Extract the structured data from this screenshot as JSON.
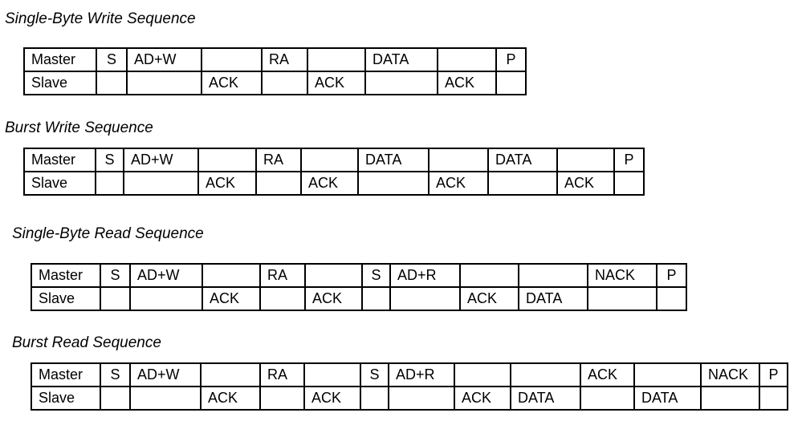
{
  "sequences": [
    {
      "title": "Single-Byte Write Sequence",
      "master": [
        "Master",
        "S",
        "AD+W",
        "",
        "RA",
        "",
        "DATA",
        "",
        "P"
      ],
      "slave": [
        "Slave",
        "",
        "",
        "ACK",
        "",
        "ACK",
        "",
        "ACK",
        ""
      ]
    },
    {
      "title": "Burst Write Sequence",
      "master": [
        "Master",
        "S",
        "AD+W",
        "",
        "RA",
        "",
        "DATA",
        "",
        "DATA",
        "",
        "P"
      ],
      "slave": [
        "Slave",
        "",
        "",
        "ACK",
        "",
        "ACK",
        "",
        "ACK",
        "",
        "ACK",
        ""
      ]
    },
    {
      "title": "Single-Byte Read Sequence",
      "master": [
        "Master",
        "S",
        "AD+W",
        "",
        "RA",
        "",
        "S",
        "AD+R",
        "",
        "",
        "NACK",
        "P"
      ],
      "slave": [
        "Slave",
        "",
        "",
        "ACK",
        "",
        "ACK",
        "",
        "",
        "ACK",
        "DATA",
        "",
        ""
      ]
    },
    {
      "title": "Burst Read Sequence",
      "master": [
        "Master",
        "S",
        "AD+W",
        "",
        "RA",
        "",
        "S",
        "AD+R",
        "",
        "",
        "ACK",
        "",
        "NACK",
        "P"
      ],
      "slave": [
        "Slave",
        "",
        "",
        "ACK",
        "",
        "ACK",
        "",
        "",
        "ACK",
        "DATA",
        "",
        "DATA",
        "",
        ""
      ]
    }
  ]
}
